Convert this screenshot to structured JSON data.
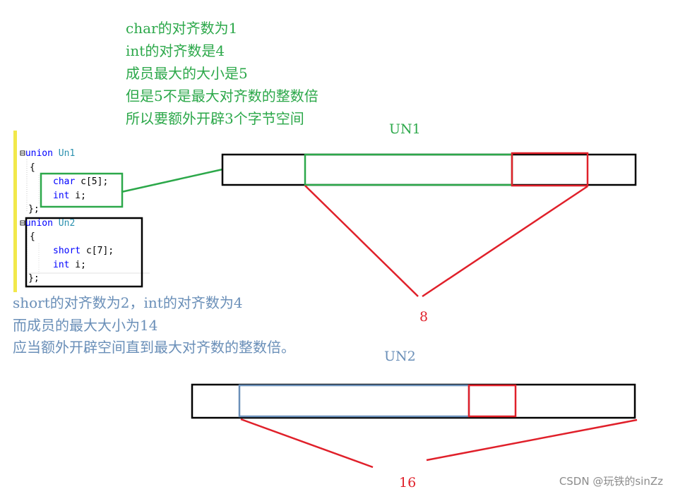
{
  "notes_top": [
    "char的对齐数为1",
    "int的对齐数是4",
    "成员最大的大小是5",
    "但是5不是最大对齐数的整数倍",
    "所以要额外开辟3个字节空间"
  ],
  "notes_bottom": [
    "short的对齐数为2，int的对齐数为4",
    "而成员的最大大小为14",
    "应当额外开辟空间直到最大对齐数的整数倍。"
  ],
  "code": {
    "union1": {
      "keyword": "union",
      "name": "Un1",
      "open": "{",
      "close": "};",
      "members": [
        {
          "type": "char",
          "decl": " c[5];"
        },
        {
          "type": "int",
          "decl": " i;"
        }
      ]
    },
    "union2": {
      "keyword": "union",
      "name": "Un2",
      "open": "{",
      "close": "};",
      "members": [
        {
          "type": "short",
          "decl": " c[7];"
        },
        {
          "type": "int",
          "decl": " i;"
        }
      ]
    },
    "collapse_marker": "⊟"
  },
  "diagram": {
    "un1_label": "UN1",
    "un1_size_label": "8",
    "un2_label": "UN2",
    "un2_size_label": "16"
  },
  "watermark": "CSDN @玩铁的sinZz",
  "colors": {
    "green": "#2ca84a",
    "red": "#e0202a",
    "blue": "#6a8fb8",
    "black": "#000000",
    "editor_bar": "#f2e84b"
  }
}
